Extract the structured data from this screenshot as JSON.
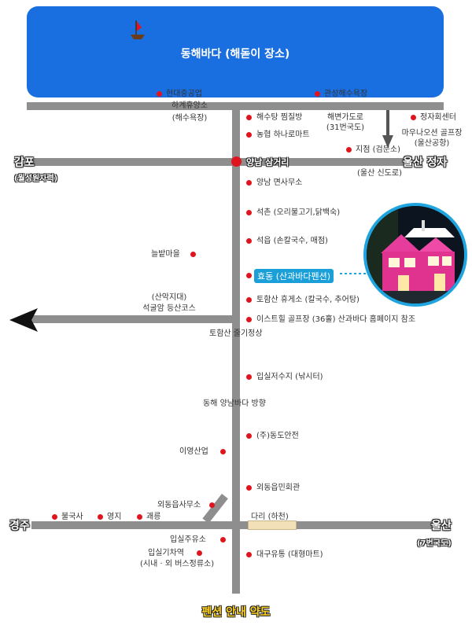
{
  "map": {
    "sea_label": "동해바다 (해돋이 장소)",
    "footer_title": "펜션 안내 약도",
    "west_top": {
      "name": "감포",
      "sub": "(월성원자력)"
    },
    "east_top": {
      "name": "울산 정자"
    },
    "west_bottom": {
      "name": "경주"
    },
    "east_bottom": {
      "name": "울산",
      "sub": "(7번국도)"
    },
    "intersection": "양남 삼거리",
    "bridge": "다리 (하천)",
    "right_labels": {
      "bath": "해수탕 찜질방",
      "nh": "농협 하나로마트",
      "office": "양남 면사무소",
      "seokchon": "석촌 (오리불고기,닭백숙)",
      "seokeup": "석읍 (손칼국수, 매점)",
      "pension": "효동 (산과바다펜션)",
      "tohamsan_rest": "토함산 휴게소 (칼국수, 추어탕)",
      "eastfield": "이스트힐 골프장 (36홀) 산과바다 홈페이지 참조",
      "ipsil_reservoir": "입실저수지 (낚시터)",
      "dongdo": "(주)동도안전",
      "oedong_hall": "외동읍민회관",
      "daegu": "대구유통 (대형마트)"
    },
    "top_labels": {
      "hyundai": "현대중공업",
      "rest_area": "하계휴양소",
      "rest_area_sub": "(해수욕장)",
      "gwanseong": "관성해수욕장",
      "coastal_road": "해변가도로",
      "coastal_road_sub": "(31번국도)",
      "jeongja_center": "정자회센터",
      "marina": "마우나오션 골프장",
      "marina_sub": "(울산공항)",
      "branch": "지점 (검문소)",
      "sindo": "(울산 신도로)"
    },
    "left_labels": {
      "neulbat": "늘밭마을",
      "forest": "(산악지대)",
      "hiking": "석굴암 등산코스",
      "tohamsan_top": "토함산 줄기정상",
      "donghae_dir": "동해 양남바다 방향",
      "iyeong": "이영산업",
      "oedong_office": "외동읍사무소",
      "bulguksa": "불국사",
      "yeongji": "영지",
      "gwaereung": "괘릉",
      "ipsil_gas": "입실주유소",
      "ipsil_station": "입실기차역",
      "ipsil_station_sub": "(시내 · 외 버스정류소)"
    }
  }
}
